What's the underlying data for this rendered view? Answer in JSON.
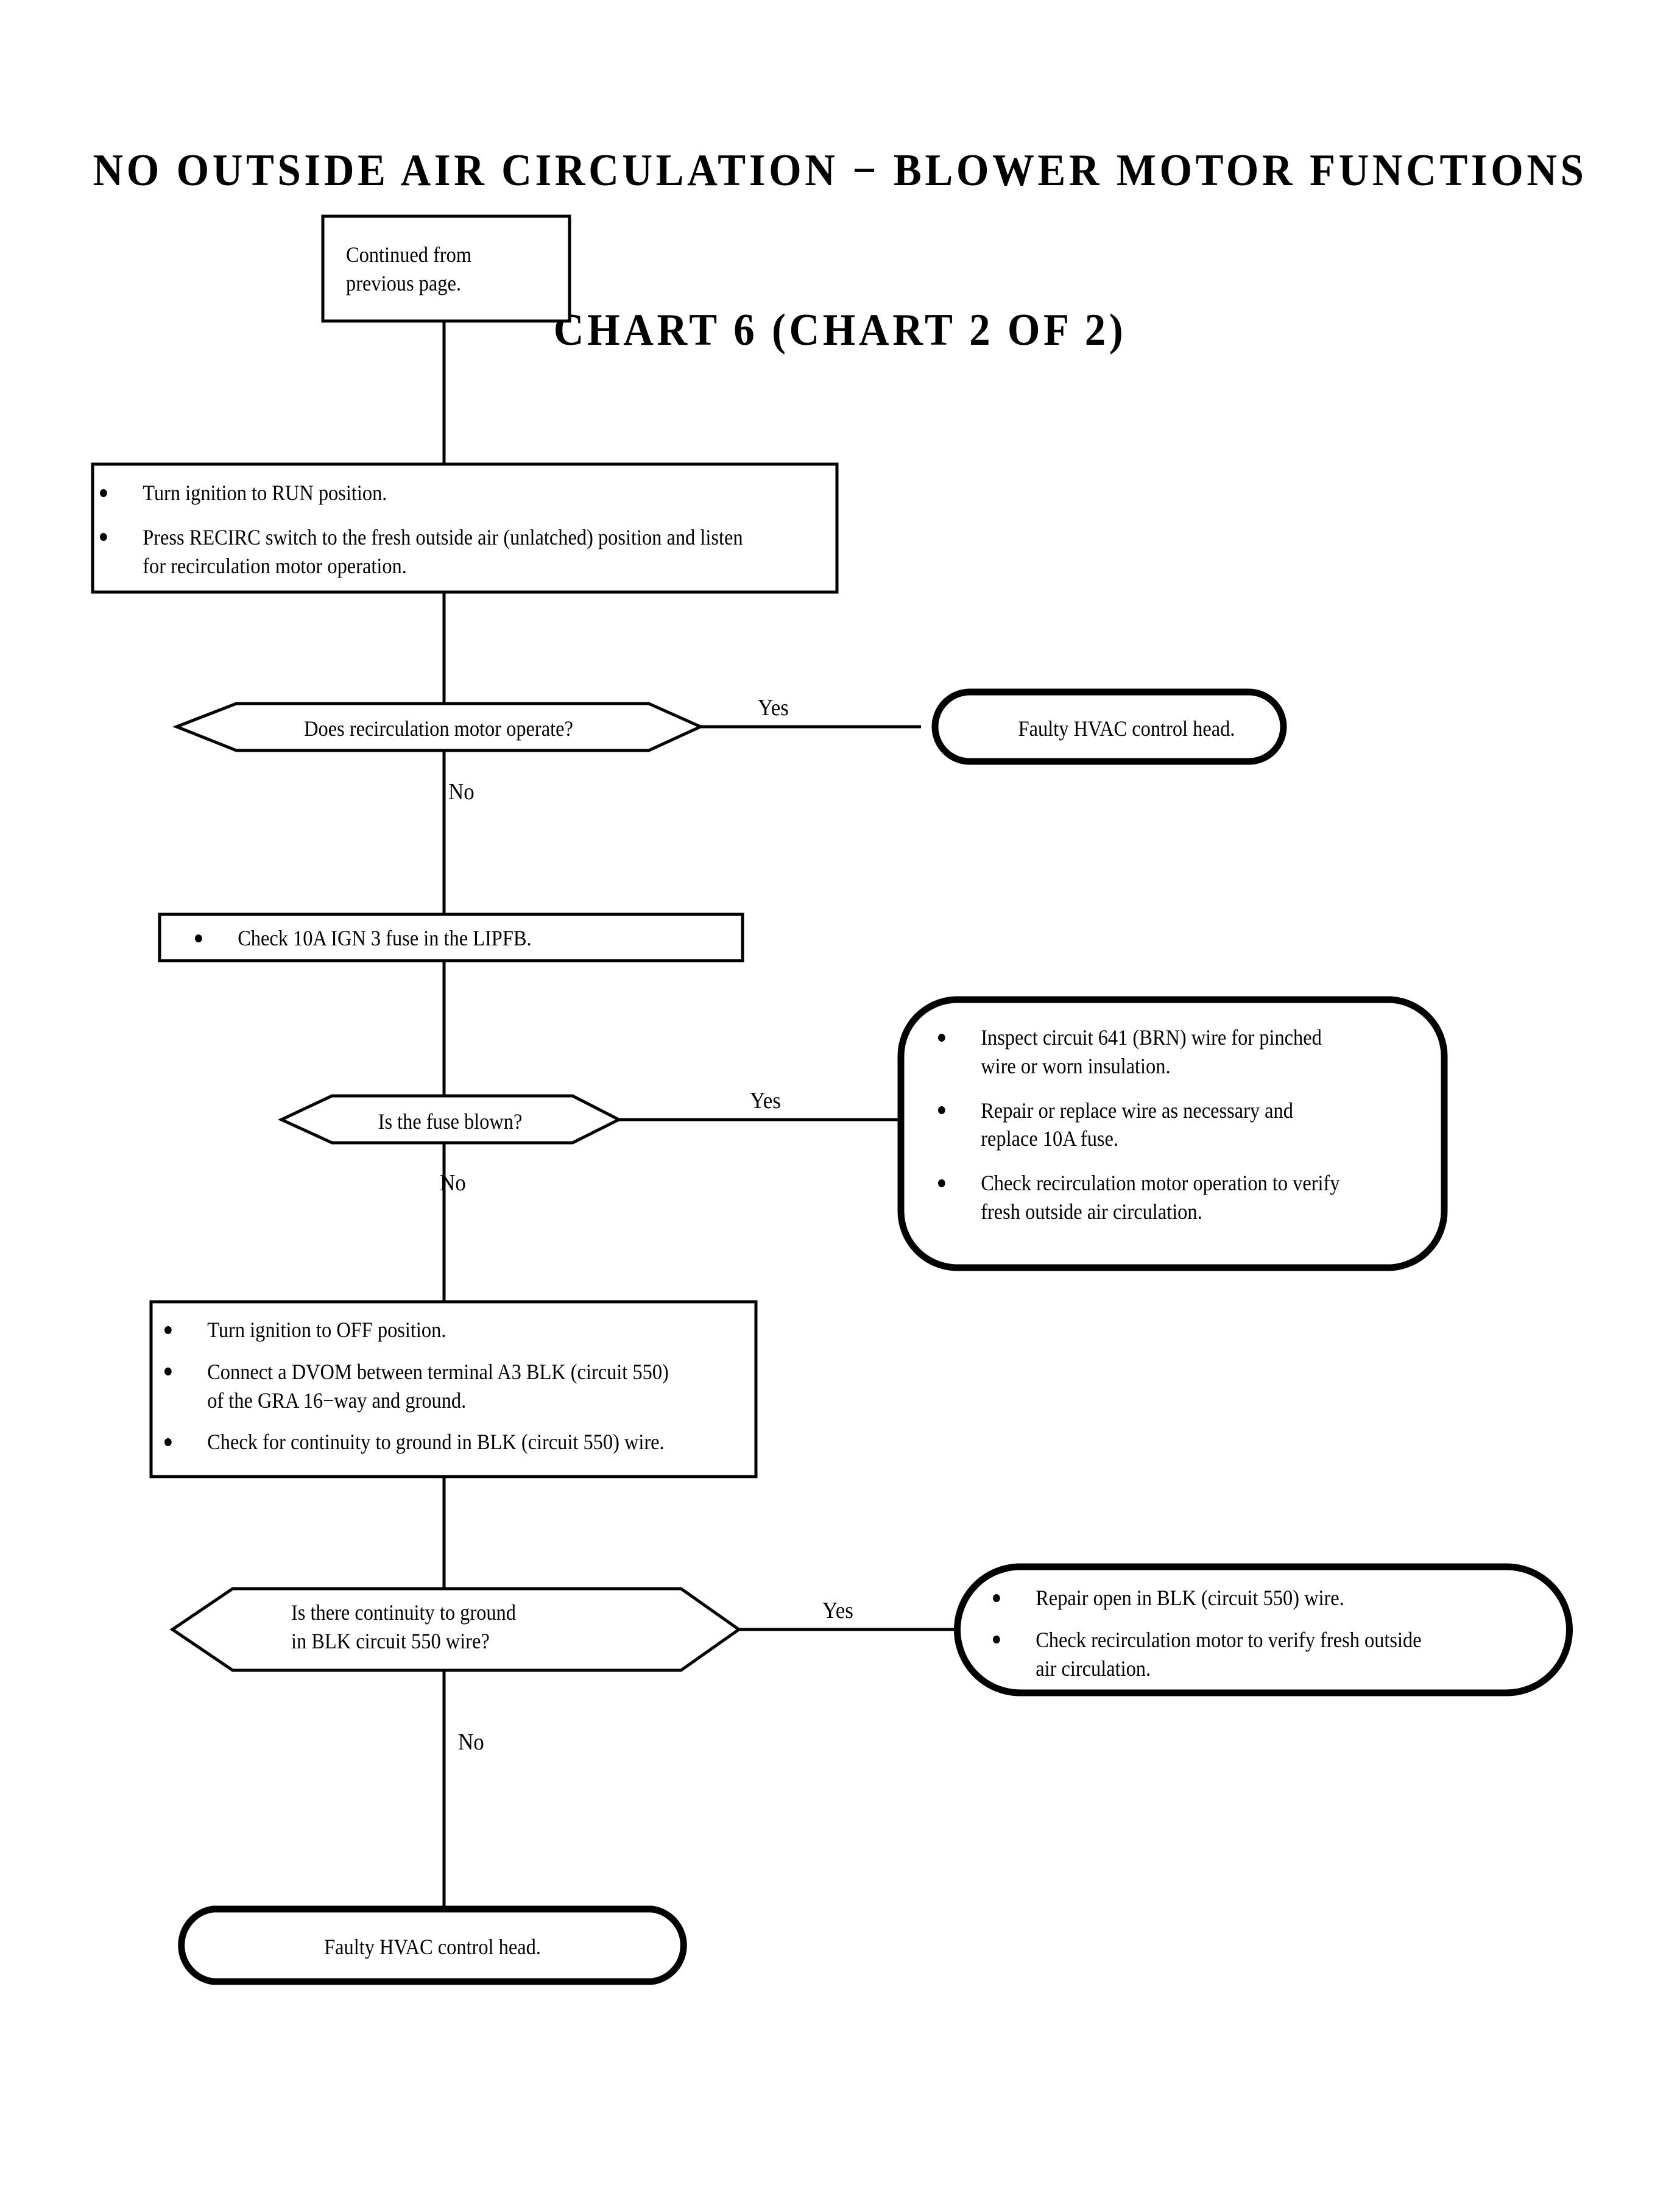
{
  "title": {
    "line1": "NO OUTSIDE AIR CIRCULATION − BLOWER MOTOR FUNCTIONS",
    "line2": "CHART 6 (CHART 2 OF 2)"
  },
  "nodes": {
    "start": {
      "shape": "rectangle",
      "lines": [
        "Continued from",
        "previous page."
      ]
    },
    "step_ignition_run": {
      "shape": "rectangle",
      "bullets": [
        "Turn ignition to RUN position.",
        "Press RECIRC switch to the fresh outside air (unlatched) position and listen for recirculation motor operation."
      ]
    },
    "decision_motor_operate": {
      "shape": "hexagon",
      "text": "Does recirculation motor operate?"
    },
    "result_faulty_head_1": {
      "shape": "stadium",
      "text": "Faulty HVAC control head."
    },
    "step_check_fuse": {
      "shape": "rectangle",
      "bullets": [
        "Check 10A IGN 3 fuse in the LIPFB."
      ]
    },
    "decision_fuse_blown": {
      "shape": "hexagon",
      "text": "Is the fuse blown?"
    },
    "result_inspect_641": {
      "shape": "rounded",
      "bullets": [
        "Inspect circuit 641 (BRN) wire for pinched wire or worn insulation.",
        "Repair or replace wire as necessary and replace 10A fuse.",
        "Check recirculation motor operation to verify fresh outside air circulation."
      ]
    },
    "step_dvom": {
      "shape": "rectangle",
      "bullets": [
        "Turn ignition to OFF position.",
        "Connect a DVOM between terminal A3 BLK (circuit 550) of the GRA 16−way and ground.",
        "Check for continuity to ground in BLK (circuit 550) wire."
      ]
    },
    "decision_continuity": {
      "shape": "hexagon",
      "lines": [
        "Is there continuity to ground",
        "in BLK circuit 550 wire?"
      ]
    },
    "result_repair_open": {
      "shape": "stadium",
      "bullets": [
        "Repair open in BLK (circuit 550) wire.",
        "Check recirculation motor to verify fresh outside air circulation."
      ]
    },
    "result_faulty_head_2": {
      "shape": "stadium",
      "text": "Faulty HVAC control head."
    }
  },
  "edge_labels": {
    "yes_1": "Yes",
    "no_1": "No",
    "yes_2": "Yes",
    "no_2": "No",
    "yes_3": "Yes",
    "no_3": "No"
  },
  "colors": {
    "ink": "#000000",
    "paper": "#ffffff"
  }
}
